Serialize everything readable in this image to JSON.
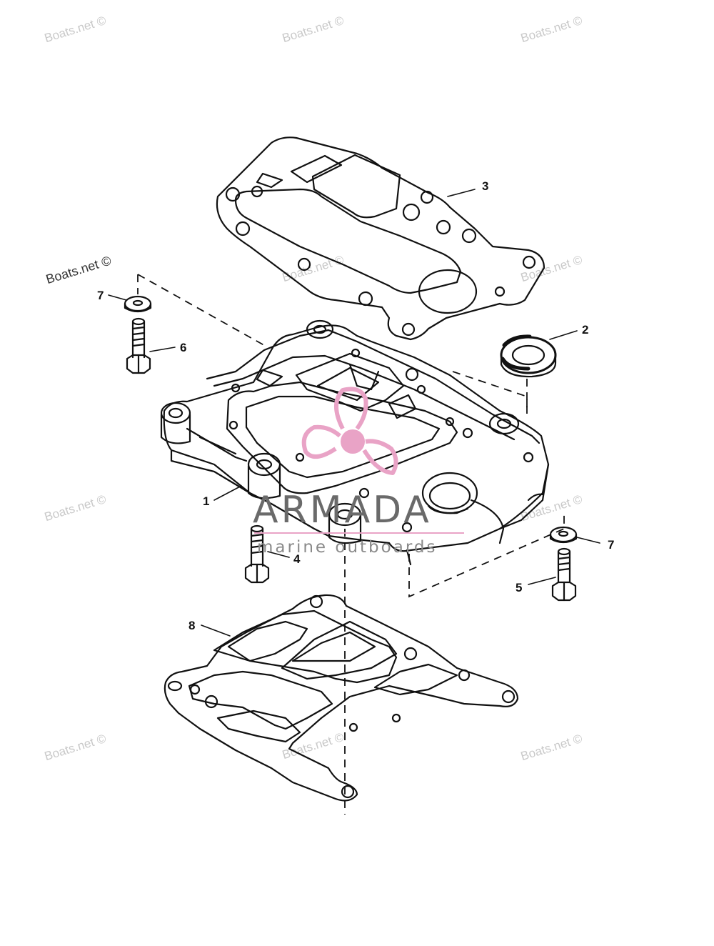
{
  "watermark": {
    "text": "Boats.net ©",
    "accent_dark": "#333333",
    "light_color": "#c9c9c9"
  },
  "logo": {
    "name": "ARMADA",
    "tagline": "marine outboards",
    "prop_color": "#e9a3c6"
  },
  "callouts": {
    "c1": "1",
    "c2": "2",
    "c3": "3",
    "c4": "4",
    "c5": "5",
    "c6": "6",
    "c7a": "7",
    "c7b": "7",
    "c8": "8"
  }
}
